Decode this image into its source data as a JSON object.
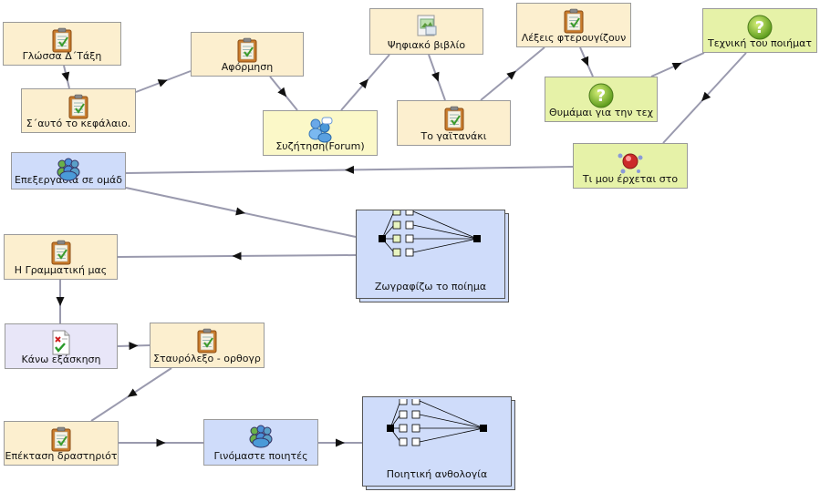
{
  "nodes": [
    {
      "id": "n1",
      "name": "node-glossa",
      "type": "doc",
      "label": "Γλώσσα Δ΄Τάξη"
    },
    {
      "id": "n2",
      "name": "node-s-auto",
      "type": "doc",
      "label": "Σ΄αυτό το κεφάλαιο."
    },
    {
      "id": "n3",
      "name": "node-aformisi",
      "type": "doc",
      "label": "Αφόρμηση"
    },
    {
      "id": "n4",
      "name": "node-syzitisi",
      "type": "forum",
      "label": "Συζήτηση(Forum)"
    },
    {
      "id": "n5",
      "name": "node-psifiako",
      "type": "book",
      "label": "Ψηφιακό βιβλίο"
    },
    {
      "id": "n6",
      "name": "node-gaitanaki",
      "type": "doc",
      "label": "Το γαϊτανάκι"
    },
    {
      "id": "n7",
      "name": "node-lexeis",
      "type": "doc",
      "label": "Λέξεις φτερουγίζουν"
    },
    {
      "id": "n8",
      "name": "node-thymamai",
      "type": "quiz",
      "label": "Θυμάμαι για την τεχ"
    },
    {
      "id": "n9",
      "name": "node-texniki",
      "type": "quiz",
      "label": "Τεχνική του ποιήματ"
    },
    {
      "id": "n10",
      "name": "node-ti-mou",
      "type": "brainstorm",
      "label": "Τι μου έρχεται στο"
    },
    {
      "id": "n11",
      "name": "node-epexergasia",
      "type": "group",
      "label": "Επεξεργασία σε ομάδ"
    },
    {
      "id": "n12",
      "name": "node-zografizo",
      "type": "complex",
      "label": "Ζωγραφίζω το ποίημα"
    },
    {
      "id": "n13",
      "name": "node-grammatiki",
      "type": "doc",
      "label": "Η Γραμματική μας"
    },
    {
      "id": "n14",
      "name": "node-kano",
      "type": "assess",
      "label": "Κάνω εξάσκηση"
    },
    {
      "id": "n15",
      "name": "node-stavroleko",
      "type": "doc",
      "label": "Σταυρόλεξο - ορθογρ"
    },
    {
      "id": "n16",
      "name": "node-epektasi",
      "type": "doc",
      "label": "Επέκταση δραστηριότ"
    },
    {
      "id": "n17",
      "name": "node-ginomaste",
      "type": "group",
      "label": "Γινόμαστε ποιητές"
    },
    {
      "id": "n18",
      "name": "node-poiitiki",
      "type": "complex",
      "label": "Ποιητική ανθολογία"
    }
  ],
  "edges": [
    [
      "n1",
      "n2"
    ],
    [
      "n2",
      "n3"
    ],
    [
      "n3",
      "n4"
    ],
    [
      "n4",
      "n5"
    ],
    [
      "n5",
      "n6"
    ],
    [
      "n6",
      "n7"
    ],
    [
      "n7",
      "n8"
    ],
    [
      "n8",
      "n9"
    ],
    [
      "n9",
      "n10"
    ],
    [
      "n10",
      "n11"
    ],
    [
      "n11",
      "n12"
    ],
    [
      "n12",
      "n13"
    ],
    [
      "n13",
      "n14"
    ],
    [
      "n14",
      "n15"
    ],
    [
      "n15",
      "n16"
    ],
    [
      "n16",
      "n17"
    ],
    [
      "n17",
      "n18"
    ]
  ],
  "colors": {
    "edge": "#9a9aae",
    "arrow": "#111111"
  }
}
